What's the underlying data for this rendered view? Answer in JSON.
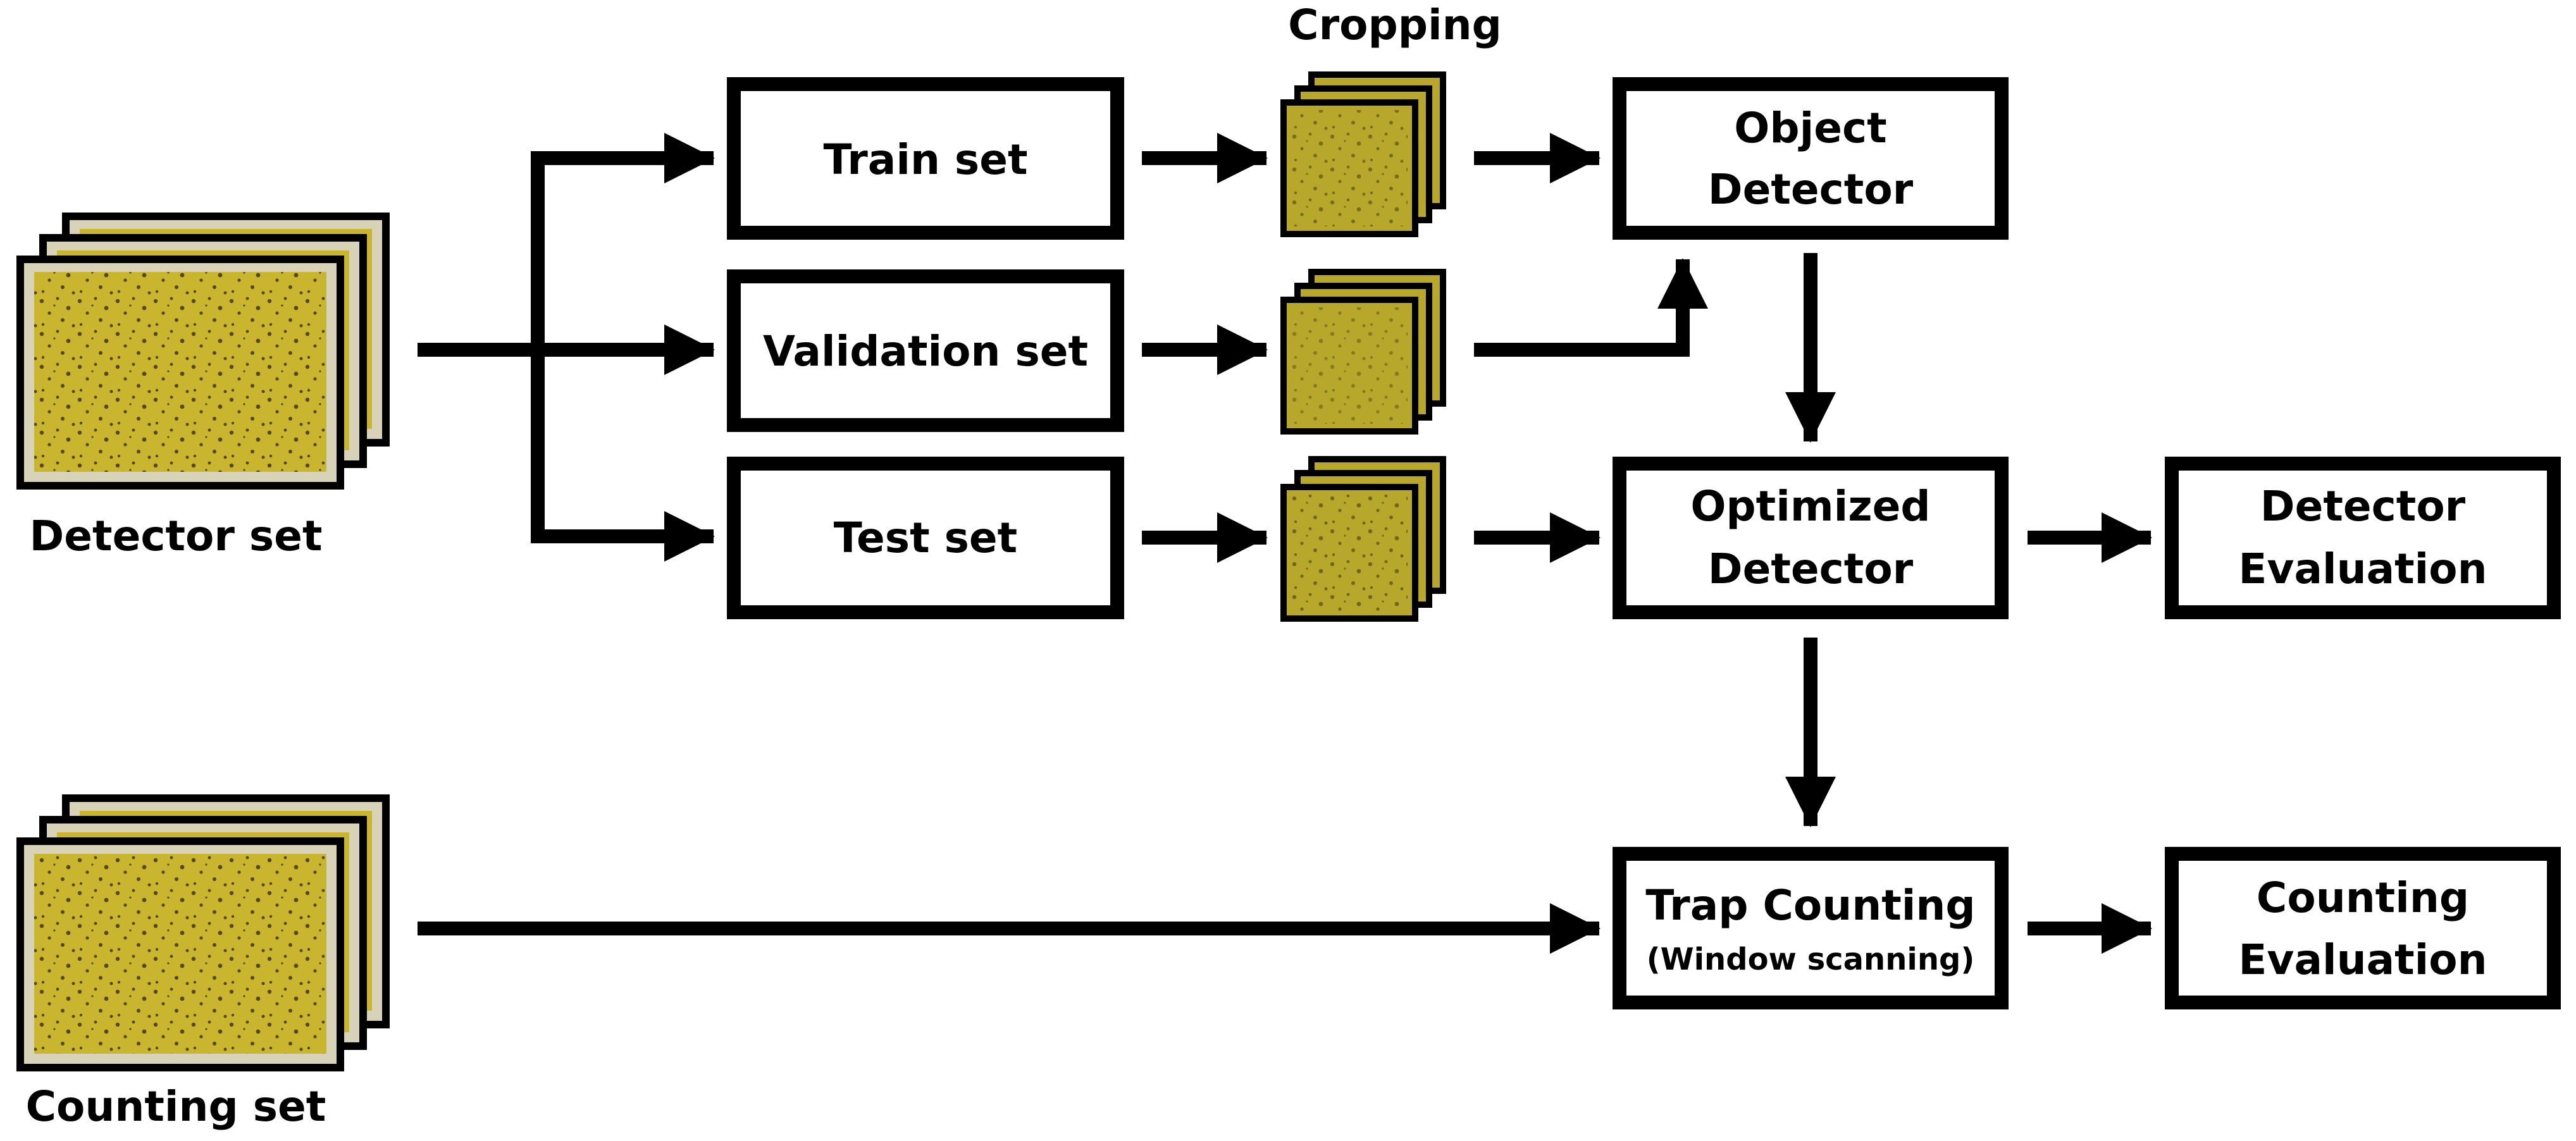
{
  "labels": {
    "detector_set": "Detector set",
    "counting_set": "Counting set",
    "cropping": "Cropping"
  },
  "boxes": {
    "train": "Train set",
    "validation": "Validation set",
    "test": "Test set",
    "object_detector": [
      "Object",
      "Detector"
    ],
    "optimized_detector": [
      "Optimized",
      "Detector"
    ],
    "detector_evaluation": [
      "Detector",
      "Evaluation"
    ],
    "trap_counting": "Trap Counting",
    "trap_counting_sub": "(Window scanning)",
    "counting_evaluation": [
      "Counting",
      "Evaluation"
    ]
  },
  "colors": {
    "trap_yellow": "#c9b52e",
    "trap_yellow_dark": "#b5a226",
    "trap_frame": "#d8d2b8",
    "crop_yellow": "#b7a82c",
    "insect": "#2a2410",
    "ink": "#000000"
  }
}
